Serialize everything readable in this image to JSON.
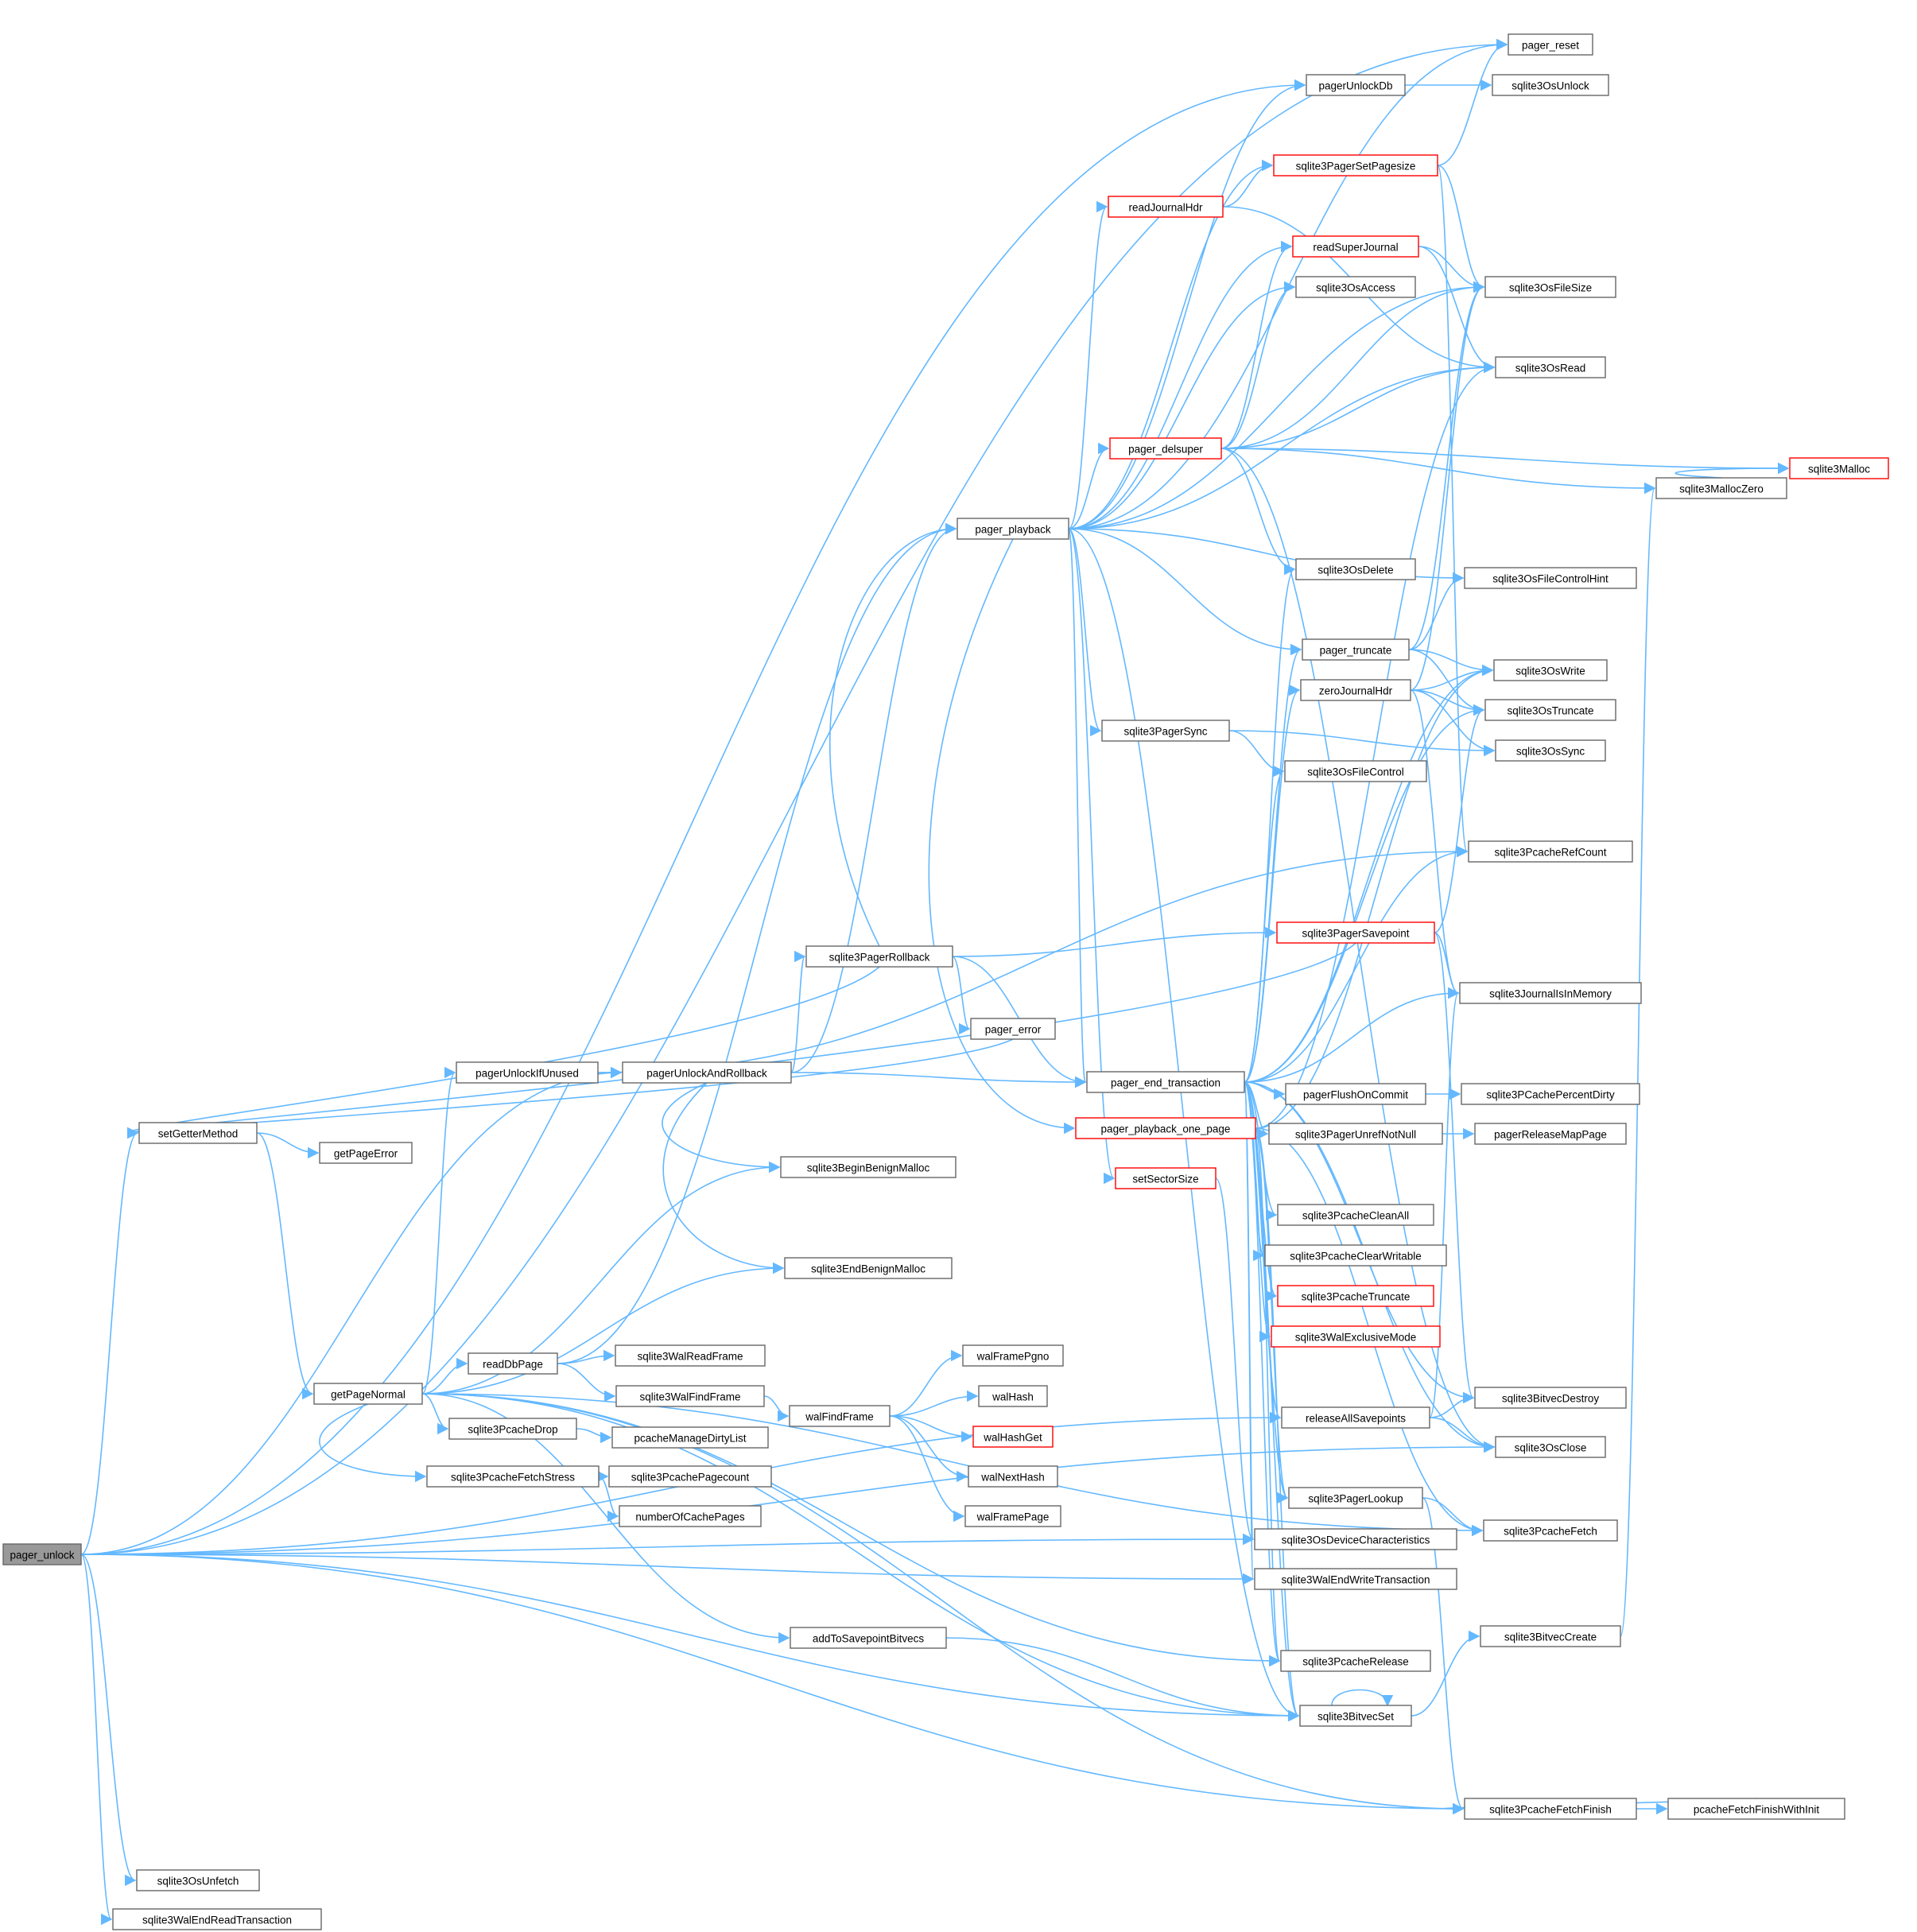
{
  "nodes": [
    {
      "id": "pager_unlock",
      "label": "pager_unlock",
      "style": "root"
    },
    {
      "id": "pager_reset",
      "label": "pager_reset",
      "style": "normal"
    },
    {
      "id": "pagerUnlockDb",
      "label": "pagerUnlockDb",
      "style": "normal"
    },
    {
      "id": "sqlite3OsUnlock",
      "label": "sqlite3OsUnlock",
      "style": "normal"
    },
    {
      "id": "sqlite3PagerSetPagesize",
      "label": "sqlite3PagerSetPagesize",
      "style": "red"
    },
    {
      "id": "readJournalHdr",
      "label": "readJournalHdr",
      "style": "red"
    },
    {
      "id": "readSuperJournal",
      "label": "readSuperJournal",
      "style": "red"
    },
    {
      "id": "sqlite3OsAccess",
      "label": "sqlite3OsAccess",
      "style": "normal"
    },
    {
      "id": "sqlite3OsFileSize",
      "label": "sqlite3OsFileSize",
      "style": "normal"
    },
    {
      "id": "sqlite3OsRead",
      "label": "sqlite3OsRead",
      "style": "normal"
    },
    {
      "id": "pager_delsuper",
      "label": "pager_delsuper",
      "style": "red"
    },
    {
      "id": "sqlite3Malloc",
      "label": "sqlite3Malloc",
      "style": "red"
    },
    {
      "id": "sqlite3MallocZero",
      "label": "sqlite3MallocZero",
      "style": "normal"
    },
    {
      "id": "pager_playback",
      "label": "pager_playback",
      "style": "normal"
    },
    {
      "id": "sqlite3OsDelete",
      "label": "sqlite3OsDelete",
      "style": "normal"
    },
    {
      "id": "sqlite3OsFileControlHint",
      "label": "sqlite3OsFileControlHint",
      "style": "normal"
    },
    {
      "id": "pager_truncate",
      "label": "pager_truncate",
      "style": "normal"
    },
    {
      "id": "sqlite3OsWrite",
      "label": "sqlite3OsWrite",
      "style": "normal"
    },
    {
      "id": "zeroJournalHdr",
      "label": "zeroJournalHdr",
      "style": "normal"
    },
    {
      "id": "sqlite3OsTruncate",
      "label": "sqlite3OsTruncate",
      "style": "normal"
    },
    {
      "id": "sqlite3PagerSync",
      "label": "sqlite3PagerSync",
      "style": "normal"
    },
    {
      "id": "sqlite3OsSync",
      "label": "sqlite3OsSync",
      "style": "normal"
    },
    {
      "id": "sqlite3OsFileControl",
      "label": "sqlite3OsFileControl",
      "style": "normal"
    },
    {
      "id": "sqlite3PcacheRefCount",
      "label": "sqlite3PcacheRefCount",
      "style": "normal"
    },
    {
      "id": "sqlite3PagerRollback",
      "label": "sqlite3PagerRollback",
      "style": "normal"
    },
    {
      "id": "sqlite3PagerSavepoint",
      "label": "sqlite3PagerSavepoint",
      "style": "red"
    },
    {
      "id": "sqlite3JournalIsInMemory",
      "label": "sqlite3JournalIsInMemory",
      "style": "normal"
    },
    {
      "id": "pager_error",
      "label": "pager_error",
      "style": "normal"
    },
    {
      "id": "pagerUnlockIfUnused",
      "label": "pagerUnlockIfUnused",
      "style": "normal"
    },
    {
      "id": "pagerUnlockAndRollback",
      "label": "pagerUnlockAndRollback",
      "style": "normal"
    },
    {
      "id": "pager_end_transaction",
      "label": "pager_end_transaction",
      "style": "normal"
    },
    {
      "id": "pagerFlushOnCommit",
      "label": "pagerFlushOnCommit",
      "style": "normal"
    },
    {
      "id": "sqlite3PCachePercentDirty",
      "label": "sqlite3PCachePercentDirty",
      "style": "normal"
    },
    {
      "id": "setGetterMethod",
      "label": "setGetterMethod",
      "style": "normal"
    },
    {
      "id": "getPageError",
      "label": "getPageError",
      "style": "normal"
    },
    {
      "id": "pager_playback_one_page",
      "label": "pager_playback_one_page",
      "style": "red"
    },
    {
      "id": "sqlite3PagerUnrefNotNull",
      "label": "sqlite3PagerUnrefNotNull",
      "style": "normal"
    },
    {
      "id": "pagerReleaseMapPage",
      "label": "pagerReleaseMapPage",
      "style": "normal"
    },
    {
      "id": "sqlite3BeginBenignMalloc",
      "label": "sqlite3BeginBenignMalloc",
      "style": "normal"
    },
    {
      "id": "setSectorSize",
      "label": "setSectorSize",
      "style": "red"
    },
    {
      "id": "sqlite3PcacheCleanAll",
      "label": "sqlite3PcacheCleanAll",
      "style": "normal"
    },
    {
      "id": "sqlite3PcacheClearWritable",
      "label": "sqlite3PcacheClearWritable",
      "style": "normal"
    },
    {
      "id": "sqlite3EndBenignMalloc",
      "label": "sqlite3EndBenignMalloc",
      "style": "normal"
    },
    {
      "id": "sqlite3PcacheTruncate",
      "label": "sqlite3PcacheTruncate",
      "style": "red"
    },
    {
      "id": "sqlite3WalExclusiveMode",
      "label": "sqlite3WalExclusiveMode",
      "style": "red"
    },
    {
      "id": "readDbPage",
      "label": "readDbPage",
      "style": "normal"
    },
    {
      "id": "sqlite3WalReadFrame",
      "label": "sqlite3WalReadFrame",
      "style": "normal"
    },
    {
      "id": "walFramePgno",
      "label": "walFramePgno",
      "style": "normal"
    },
    {
      "id": "getPageNormal",
      "label": "getPageNormal",
      "style": "normal"
    },
    {
      "id": "sqlite3WalFindFrame",
      "label": "sqlite3WalFindFrame",
      "style": "normal"
    },
    {
      "id": "walHash",
      "label": "walHash",
      "style": "normal"
    },
    {
      "id": "sqlite3BitvecDestroy",
      "label": "sqlite3BitvecDestroy",
      "style": "normal"
    },
    {
      "id": "walFindFrame",
      "label": "walFindFrame",
      "style": "normal"
    },
    {
      "id": "releaseAllSavepoints",
      "label": "releaseAllSavepoints",
      "style": "normal"
    },
    {
      "id": "sqlite3PcacheDrop",
      "label": "sqlite3PcacheDrop",
      "style": "normal"
    },
    {
      "id": "walHashGet",
      "label": "walHashGet",
      "style": "red"
    },
    {
      "id": "pcacheManageDirtyList",
      "label": "pcacheManageDirtyList",
      "style": "normal"
    },
    {
      "id": "sqlite3OsClose",
      "label": "sqlite3OsClose",
      "style": "normal"
    },
    {
      "id": "sqlite3PcacheFetchStress",
      "label": "sqlite3PcacheFetchStress",
      "style": "normal"
    },
    {
      "id": "sqlite3PcachePagecount",
      "label": "sqlite3PcachePagecount",
      "style": "normal"
    },
    {
      "id": "walNextHash",
      "label": "walNextHash",
      "style": "normal"
    },
    {
      "id": "sqlite3PagerLookup",
      "label": "sqlite3PagerLookup",
      "style": "normal"
    },
    {
      "id": "numberOfCachePages",
      "label": "numberOfCachePages",
      "style": "normal"
    },
    {
      "id": "walFramePage",
      "label": "walFramePage",
      "style": "normal"
    },
    {
      "id": "sqlite3PcacheFetch",
      "label": "sqlite3PcacheFetch",
      "style": "normal"
    },
    {
      "id": "sqlite3OsDeviceCharacteristics",
      "label": "sqlite3OsDeviceCharacteristics",
      "style": "normal"
    },
    {
      "id": "sqlite3WalEndWriteTransaction",
      "label": "sqlite3WalEndWriteTransaction",
      "style": "normal"
    },
    {
      "id": "sqlite3BitvecCreate",
      "label": "sqlite3BitvecCreate",
      "style": "normal"
    },
    {
      "id": "addToSavepointBitvecs",
      "label": "addToSavepointBitvecs",
      "style": "normal"
    },
    {
      "id": "sqlite3PcacheRelease",
      "label": "sqlite3PcacheRelease",
      "style": "normal"
    },
    {
      "id": "sqlite3BitvecSet",
      "label": "sqlite3BitvecSet",
      "style": "normal"
    },
    {
      "id": "sqlite3PcacheFetchFinish",
      "label": "sqlite3PcacheFetchFinish",
      "style": "normal"
    },
    {
      "id": "pcacheFetchFinishWithInit",
      "label": "pcacheFetchFinishWithInit",
      "style": "normal"
    },
    {
      "id": "sqlite3OsUnfetch",
      "label": "sqlite3OsUnfetch",
      "style": "normal"
    },
    {
      "id": "sqlite3WalEndReadTransaction",
      "label": "sqlite3WalEndReadTransaction",
      "style": "normal"
    }
  ],
  "edges": [
    [
      "pager_unlock",
      "pager_reset"
    ],
    [
      "pager_unlock",
      "pagerUnlockDb"
    ],
    [
      "pager_unlock",
      "setGetterMethod"
    ],
    [
      "pager_unlock",
      "sqlite3OsDeviceCharacteristics"
    ],
    [
      "pager_unlock",
      "sqlite3OsUnfetch"
    ],
    [
      "pager_unlock",
      "sqlite3WalEndReadTransaction"
    ],
    [
      "pager_unlock",
      "sqlite3PcacheFetchFinish"
    ],
    [
      "pager_unlock",
      "sqlite3BitvecSet"
    ],
    [
      "pager_unlock",
      "sqlite3WalEndWriteTransaction"
    ],
    [
      "pager_unlock",
      "sqlite3OsClose"
    ],
    [
      "pager_unlock",
      "pagerUnlockAndRollback"
    ],
    [
      "pager_unlock",
      "releaseAllSavepoints"
    ],
    [
      "pagerUnlockDb",
      "sqlite3OsUnlock"
    ],
    [
      "setGetterMethod",
      "getPageError"
    ],
    [
      "setGetterMethod",
      "getPageNormal"
    ],
    [
      "getPageNormal",
      "pagerUnlockIfUnused"
    ],
    [
      "getPageNormal",
      "sqlite3BeginBenignMalloc"
    ],
    [
      "getPageNormal",
      "sqlite3EndBenignMalloc"
    ],
    [
      "getPageNormal",
      "readDbPage"
    ],
    [
      "getPageNormal",
      "sqlite3PcacheDrop"
    ],
    [
      "getPageNormal",
      "sqlite3PcacheFetchStress"
    ],
    [
      "getPageNormal",
      "addToSavepointBitvecs"
    ],
    [
      "getPageNormal",
      "sqlite3PcacheRelease"
    ],
    [
      "getPageNormal",
      "sqlite3BitvecSet"
    ],
    [
      "getPageNormal",
      "sqlite3PcacheFetch"
    ],
    [
      "getPageNormal",
      "sqlite3PcacheFetchFinish"
    ],
    [
      "pagerUnlockIfUnused",
      "pagerUnlockAndRollback"
    ],
    [
      "pagerUnlockIfUnused",
      "sqlite3PcacheRefCount"
    ],
    [
      "pagerUnlockAndRollback",
      "sqlite3PagerRollback"
    ],
    [
      "pagerUnlockAndRollback",
      "pager_end_transaction"
    ],
    [
      "pagerUnlockAndRollback",
      "sqlite3BeginBenignMalloc"
    ],
    [
      "pagerUnlockAndRollback",
      "sqlite3EndBenignMalloc"
    ],
    [
      "pagerUnlockAndRollback",
      "pager_playback"
    ],
    [
      "sqlite3PagerRollback",
      "pager_playback"
    ],
    [
      "sqlite3PagerRollback",
      "sqlite3PagerSavepoint"
    ],
    [
      "sqlite3PagerRollback",
      "pager_error"
    ],
    [
      "sqlite3PagerRollback",
      "pager_end_transaction"
    ],
    [
      "sqlite3PagerRollback",
      "setGetterMethod"
    ],
    [
      "pager_error",
      "setGetterMethod"
    ],
    [
      "readDbPage",
      "pager_playback"
    ],
    [
      "readDbPage",
      "sqlite3WalReadFrame"
    ],
    [
      "readDbPage",
      "sqlite3WalFindFrame"
    ],
    [
      "sqlite3WalFindFrame",
      "walFindFrame"
    ],
    [
      "walFindFrame",
      "walFramePgno"
    ],
    [
      "walFindFrame",
      "walHash"
    ],
    [
      "walFindFrame",
      "walHashGet"
    ],
    [
      "walFindFrame",
      "walNextHash"
    ],
    [
      "walFindFrame",
      "walFramePage"
    ],
    [
      "sqlite3PcacheDrop",
      "pcacheManageDirtyList"
    ],
    [
      "sqlite3PcacheFetchStress",
      "sqlite3PcachePagecount"
    ],
    [
      "sqlite3PcacheFetchStress",
      "numberOfCachePages"
    ],
    [
      "addToSavepointBitvecs",
      "sqlite3BitvecSet"
    ],
    [
      "pager_playback",
      "pager_reset"
    ],
    [
      "pager_playback",
      "pagerUnlockDb"
    ],
    [
      "pager_playback",
      "sqlite3PagerSetPagesize"
    ],
    [
      "pager_playback",
      "readJournalHdr"
    ],
    [
      "pager_playback",
      "readSuperJournal"
    ],
    [
      "pager_playback",
      "sqlite3OsAccess"
    ],
    [
      "pager_playback",
      "sqlite3OsFileSize"
    ],
    [
      "pager_playback",
      "sqlite3OsRead"
    ],
    [
      "pager_playback",
      "pager_delsuper"
    ],
    [
      "pager_playback",
      "sqlite3OsFileControlHint"
    ],
    [
      "pager_playback",
      "pager_truncate"
    ],
    [
      "pager_playback",
      "sqlite3PagerSync"
    ],
    [
      "pager_playback",
      "pager_end_transaction"
    ],
    [
      "pager_playback",
      "pager_playback_one_page"
    ],
    [
      "pager_playback",
      "setSectorSize"
    ],
    [
      "pager_playback",
      "sqlite3BitvecSet"
    ],
    [
      "readJournalHdr",
      "sqlite3PagerSetPagesize"
    ],
    [
      "readJournalHdr",
      "sqlite3OsRead"
    ],
    [
      "sqlite3PagerSetPagesize",
      "pager_reset"
    ],
    [
      "sqlite3PagerSetPagesize",
      "sqlite3OsFileSize"
    ],
    [
      "sqlite3PagerSetPagesize",
      "sqlite3PcacheRefCount"
    ],
    [
      "readSuperJournal",
      "sqlite3OsFileSize"
    ],
    [
      "readSuperJournal",
      "sqlite3OsRead"
    ],
    [
      "pager_delsuper",
      "readSuperJournal"
    ],
    [
      "pager_delsuper",
      "sqlite3OsAccess"
    ],
    [
      "pager_delsuper",
      "sqlite3OsFileSize"
    ],
    [
      "pager_delsuper",
      "sqlite3OsRead"
    ],
    [
      "pager_delsuper",
      "sqlite3Malloc"
    ],
    [
      "pager_delsuper",
      "sqlite3MallocZero"
    ],
    [
      "pager_delsuper",
      "sqlite3OsDelete"
    ],
    [
      "pager_delsuper",
      "sqlite3OsClose"
    ],
    [
      "sqlite3MallocZero",
      "sqlite3Malloc"
    ],
    [
      "pager_truncate",
      "sqlite3OsFileSize"
    ],
    [
      "pager_truncate",
      "sqlite3OsFileControlHint"
    ],
    [
      "pager_truncate",
      "sqlite3OsWrite"
    ],
    [
      "pager_truncate",
      "sqlite3OsTruncate"
    ],
    [
      "zeroJournalHdr",
      "sqlite3OsFileSize"
    ],
    [
      "zeroJournalHdr",
      "sqlite3OsWrite"
    ],
    [
      "zeroJournalHdr",
      "sqlite3OsTruncate"
    ],
    [
      "zeroJournalHdr",
      "sqlite3OsSync"
    ],
    [
      "zeroJournalHdr",
      "sqlite3JournalIsInMemory"
    ],
    [
      "sqlite3PagerSync",
      "sqlite3OsSync"
    ],
    [
      "sqlite3PagerSync",
      "sqlite3OsFileControl"
    ],
    [
      "sqlite3PagerSavepoint",
      "setGetterMethod"
    ],
    [
      "sqlite3PagerSavepoint",
      "sqlite3OsTruncate"
    ],
    [
      "sqlite3PagerSavepoint",
      "sqlite3JournalIsInMemory"
    ],
    [
      "sqlite3PagerSavepoint",
      "sqlite3BitvecDestroy"
    ],
    [
      "pager_end_transaction",
      "sqlite3OsDelete"
    ],
    [
      "pager_end_transaction",
      "pager_truncate"
    ],
    [
      "pager_end_transaction",
      "zeroJournalHdr"
    ],
    [
      "pager_end_transaction",
      "sqlite3OsTruncate"
    ],
    [
      "pager_end_transaction",
      "sqlite3OsFileControl"
    ],
    [
      "pager_end_transaction",
      "sqlite3PcacheRefCount"
    ],
    [
      "pager_end_transaction",
      "sqlite3JournalIsInMemory"
    ],
    [
      "pager_end_transaction",
      "pagerFlushOnCommit"
    ],
    [
      "pager_end_transaction",
      "sqlite3PagerUnrefNotNull"
    ],
    [
      "pager_end_transaction",
      "sqlite3PcacheCleanAll"
    ],
    [
      "pager_end_transaction",
      "sqlite3PcacheClearWritable"
    ],
    [
      "pager_end_transaction",
      "sqlite3PcacheTruncate"
    ],
    [
      "pager_end_transaction",
      "sqlite3WalExclusiveMode"
    ],
    [
      "pager_end_transaction",
      "releaseAllSavepoints"
    ],
    [
      "pager_end_transaction",
      "sqlite3OsClose"
    ],
    [
      "pager_end_transaction",
      "sqlite3PagerLookup"
    ],
    [
      "pager_end_transaction",
      "sqlite3OsDeviceCharacteristics"
    ],
    [
      "pager_end_transaction",
      "sqlite3WalEndWriteTransaction"
    ],
    [
      "pager_end_transaction",
      "sqlite3BitvecDestroy"
    ],
    [
      "pager_end_transaction",
      "sqlite3PcacheRelease"
    ],
    [
      "pager_end_transaction",
      "sqlite3BitvecSet"
    ],
    [
      "pager_end_transaction",
      "sqlite3OsWrite"
    ],
    [
      "pagerFlushOnCommit",
      "sqlite3PCachePercentDirty"
    ],
    [
      "sqlite3PagerUnrefNotNull",
      "pagerReleaseMapPage"
    ],
    [
      "pager_playback_one_page",
      "sqlite3OsWrite"
    ],
    [
      "pager_playback_one_page",
      "sqlite3PagerLookup"
    ],
    [
      "pager_playback_one_page",
      "sqlite3PcacheRelease"
    ],
    [
      "pager_playback_one_page",
      "sqlite3PcacheFetch"
    ],
    [
      "pager_playback_one_page",
      "sqlite3BitvecSet"
    ],
    [
      "pager_playback_one_page",
      "sqlite3OsRead"
    ],
    [
      "setSectorSize",
      "sqlite3OsDeviceCharacteristics"
    ],
    [
      "releaseAllSavepoints",
      "sqlite3BitvecDestroy"
    ],
    [
      "releaseAllSavepoints",
      "sqlite3OsClose"
    ],
    [
      "releaseAllSavepoints",
      "sqlite3JournalIsInMemory"
    ],
    [
      "sqlite3PagerLookup",
      "sqlite3PcacheFetch"
    ],
    [
      "sqlite3PagerLookup",
      "sqlite3PcacheFetchFinish"
    ],
    [
      "sqlite3BitvecSet",
      "sqlite3BitvecSet"
    ],
    [
      "sqlite3BitvecSet",
      "sqlite3BitvecCreate"
    ],
    [
      "sqlite3BitvecCreate",
      "sqlite3MallocZero"
    ],
    [
      "sqlite3PcacheFetchFinish",
      "pcacheFetchFinishWithInit"
    ],
    [
      "pcacheFetchFinishWithInit",
      "sqlite3PcacheFetchFinish"
    ]
  ]
}
